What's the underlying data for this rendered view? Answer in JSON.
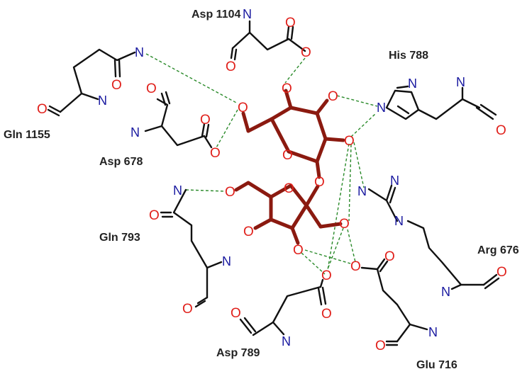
{
  "colors": {
    "oxygen": "#e0201b",
    "nitrogen": "#1a1aa0",
    "ligand_bond": "#8b1a10",
    "residue_bond": "#111111",
    "hbond": "#2a8a2a"
  },
  "atoms": {
    "oxygen": "O",
    "nitrogen": "N"
  },
  "residues": {
    "asp1104": "Asp 1104",
    "his788": "His 788",
    "gln1155": "Gln 1155",
    "asp678": "Asp 678",
    "gln793": "Gln 793",
    "arg676": "Arg 676",
    "asp789": "Asp 789",
    "glu716": "Glu 716"
  }
}
